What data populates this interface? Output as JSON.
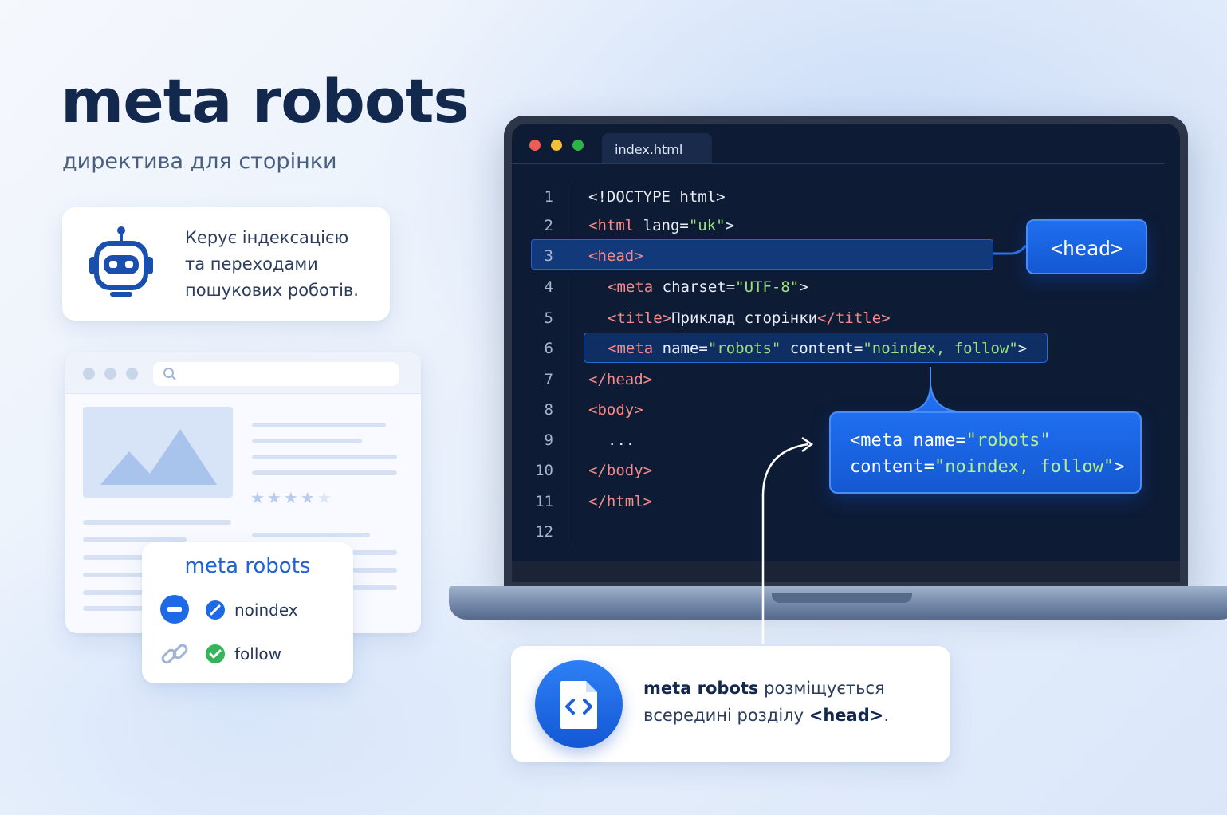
{
  "header": {
    "title": "meta robots",
    "subtitle": "директива для сторінки"
  },
  "info_card": {
    "icon": "robot-icon",
    "lines": [
      "Керує індексацією",
      "та переходами",
      "пошукових роботів."
    ]
  },
  "browser_mock": {
    "icon": "search-icon",
    "image_icon": "mountain-image-icon",
    "rating_stars_filled": 4,
    "rating_stars_total": 5
  },
  "robots_card": {
    "title": "meta robots",
    "items": [
      {
        "label": "noindex",
        "left_icon": "minus-circle-icon",
        "status_icon": "edit-circle-icon"
      },
      {
        "label": "follow",
        "left_icon": "link-icon",
        "status_icon": "check-circle-icon"
      }
    ]
  },
  "editor": {
    "tab": "index.html",
    "lines": [
      {
        "n": "1"
      },
      {
        "n": "2"
      },
      {
        "n": "3"
      },
      {
        "n": "4"
      },
      {
        "n": "5"
      },
      {
        "n": "6"
      },
      {
        "n": "7"
      },
      {
        "n": "8"
      },
      {
        "n": "9"
      },
      {
        "n": "10"
      },
      {
        "n": "11"
      },
      {
        "n": "12"
      }
    ],
    "code": {
      "l1": "<!DOCTYPE html>",
      "l2_tag": "<html",
      "l2_attr": " lang=",
      "l2_val": "\"uk\"",
      "l2_end": ">",
      "l3": "<head>",
      "l4_tag": "<meta",
      "l4_attr": " charset=",
      "l4_val": "\"UTF-8\"",
      "l4_end": ">",
      "l5_open": "<title>",
      "l5_text": "Приклад сторінки",
      "l5_close": "</title>",
      "l6_tag": "<meta",
      "l6_a1": " name=",
      "l6_v1": "\"robots\"",
      "l6_a2": " content=",
      "l6_v2": "\"noindex, follow\"",
      "l6_end": ">",
      "l7": "</head>",
      "l8": "<body>",
      "l9": "...",
      "l10": "</body>",
      "l11": "</html>"
    },
    "colors": {
      "tag": "#f48a8a",
      "string": "#9be07b",
      "background": "#0d1b35"
    }
  },
  "callouts": {
    "head": "<head>",
    "meta_l1a": "<meta name=",
    "meta_l1b": "\"robots\"",
    "meta_l2a": "content=",
    "meta_l2b": "\"noindex, follow\"",
    "meta_l2c": ">"
  },
  "note": {
    "icon": "code-file-icon",
    "bold1": "meta robots",
    "text1": " розміщується",
    "text2": "всередині розділу ",
    "bold2": "<head>",
    "text3": "."
  },
  "accent": "#1d62d6"
}
